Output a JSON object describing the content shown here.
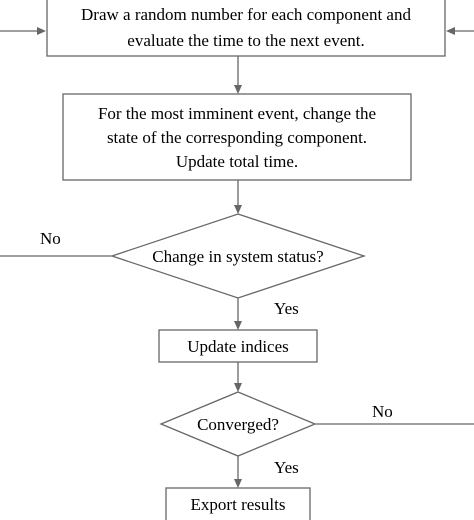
{
  "nodes": {
    "draw_random": {
      "lines": [
        "Draw a random number for each component and",
        "evaluate the time to the next event."
      ]
    },
    "imminent_event": {
      "lines": [
        "For the most imminent event, change the",
        "state of the corresponding component.",
        "Update total time."
      ]
    },
    "status_change": {
      "text": "Change in system status?"
    },
    "update_indices": {
      "text": "Update indices"
    },
    "converged": {
      "text": "Converged?"
    },
    "export_results": {
      "text": "Export results"
    }
  },
  "edge_labels": {
    "status_no": "No",
    "status_yes": "Yes",
    "converged_no": "No",
    "converged_yes": "Yes"
  }
}
